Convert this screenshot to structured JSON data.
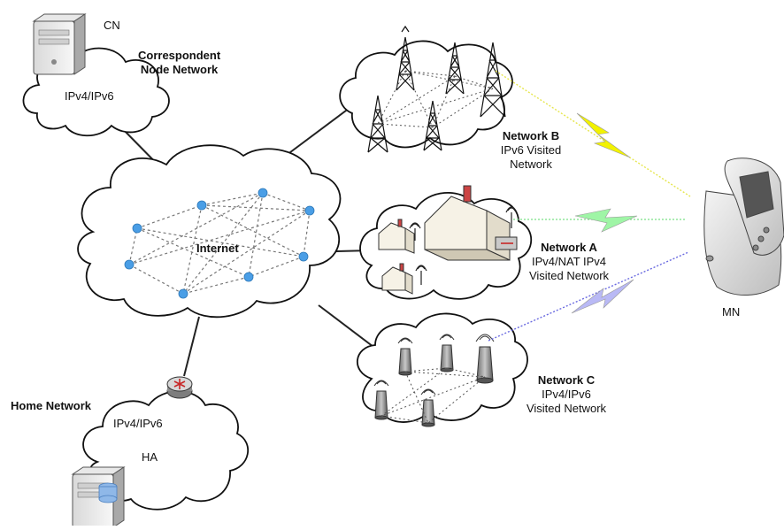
{
  "labels": {
    "cn": "CN",
    "correspondent_title_1": "Correspondent",
    "correspondent_title_2": "Node Network",
    "cn_proto": "IPv4/IPv6",
    "internet": "Internet",
    "network_b_title": "Network B",
    "network_b_line1": "IPv6 Visited",
    "network_b_line2": "Network",
    "network_a_title": "Network A",
    "network_a_line1": "IPv4/NAT IPv4",
    "network_a_line2": "Visited Network",
    "mn": "MN",
    "network_c_title": "Network C",
    "network_c_line1": "IPv4/IPv6",
    "network_c_line2": "Visited Network",
    "home_title": "Home Network",
    "home_proto": "IPv4/IPv6",
    "ha": "HA"
  },
  "colors": {
    "cloud_stroke": "#111111",
    "cloud_fill": "#ffffff",
    "link": "#222222",
    "node_blue": "#4a9ee6",
    "bolt_b": "#f2f200",
    "bolt_a": "#9ff5a6",
    "bolt_c": "#b9b9f5",
    "dotted_b": "#e6e64d",
    "dotted_a": "#8fe59a",
    "dotted_c": "#6a6ae0"
  },
  "icons": [
    "server-icon",
    "router-icon",
    "radio-tower-icon",
    "house-icon",
    "antenna-icon",
    "mobile-phone-icon",
    "lightning-bolt-icon"
  ]
}
